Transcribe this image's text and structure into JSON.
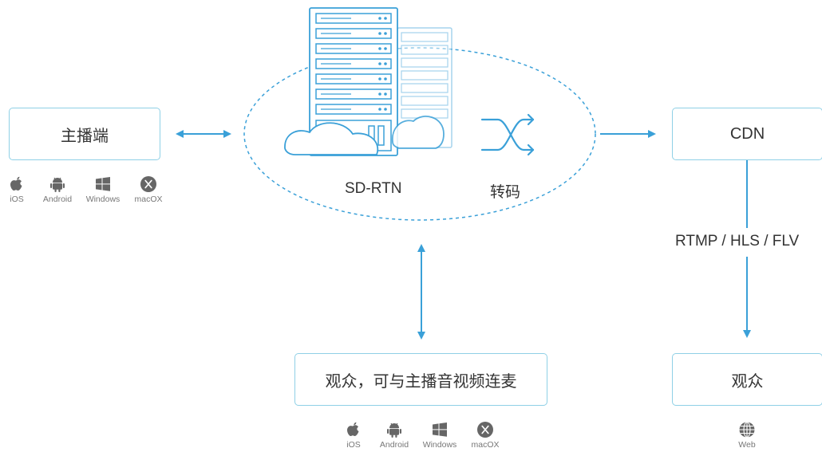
{
  "colors": {
    "accent": "#3aa0d8",
    "border": "#8fd0e6",
    "text": "#333333",
    "icon": "#666666"
  },
  "nodes": {
    "broadcaster": "主播端",
    "sdrtn": "SD-RTN",
    "transcode": "转码",
    "cdn": "CDN",
    "protocols": "RTMP / HLS / FLV",
    "audience_interactive": "观众，可与主播音视频连麦",
    "audience": "观众"
  },
  "platforms_broadcaster": [
    {
      "icon": "apple-icon",
      "label": "iOS"
    },
    {
      "icon": "android-icon",
      "label": "Android"
    },
    {
      "icon": "windows-icon",
      "label": "Windows"
    },
    {
      "icon": "macos-x-icon",
      "label": "macOX"
    }
  ],
  "platforms_interactive": [
    {
      "icon": "apple-icon",
      "label": "iOS"
    },
    {
      "icon": "android-icon",
      "label": "Android"
    },
    {
      "icon": "windows-icon",
      "label": "Windows"
    },
    {
      "icon": "macos-x-icon",
      "label": "macOX"
    }
  ],
  "platforms_audience": [
    {
      "icon": "globe-icon",
      "label": "Web"
    }
  ]
}
